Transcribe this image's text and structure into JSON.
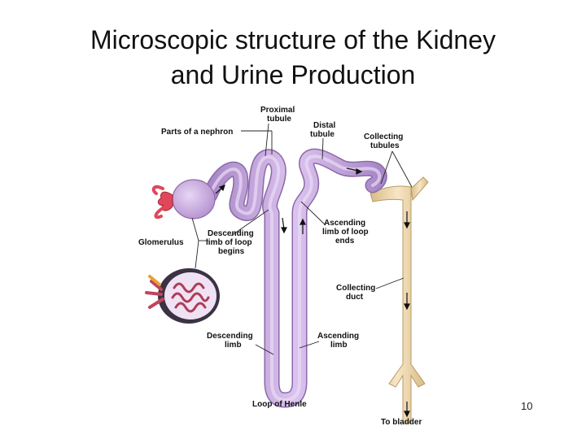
{
  "slide": {
    "title_line1": "Microscopic structure of the Kidney",
    "title_line2": "and Urine Production",
    "page_number": "10"
  },
  "labels": {
    "proximal_1": "Proximal",
    "proximal_2": "tubule",
    "distal_1": "Distal",
    "distal_2": "tubule",
    "collecting_t1": "Collecting",
    "collecting_t2": "tubules",
    "parts": "Parts of a nephron",
    "ascending_loop_1": "Ascending",
    "ascending_loop_2": "limb of loop",
    "ascending_loop_3": "ends",
    "descending_loop_1": "Descending",
    "descending_loop_2": "limb of loop",
    "descending_loop_3": "begins",
    "glomerulus": "Glomerulus",
    "collecting_duct_1": "Collecting",
    "collecting_duct_2": "duct",
    "descending_limb_1": "Descending",
    "descending_limb_2": "limb",
    "ascending_limb_1": "Ascending",
    "ascending_limb_2": "limb",
    "loop_of_henle": "Loop of Henle",
    "to_bladder": "To bladder"
  },
  "colors": {
    "tubule": "#c9a8e0",
    "tubule_edge": "#8a6aa8",
    "duct": "#ecd5a8",
    "duct_edge": "#b99a62",
    "vessel": "#e0475a"
  }
}
